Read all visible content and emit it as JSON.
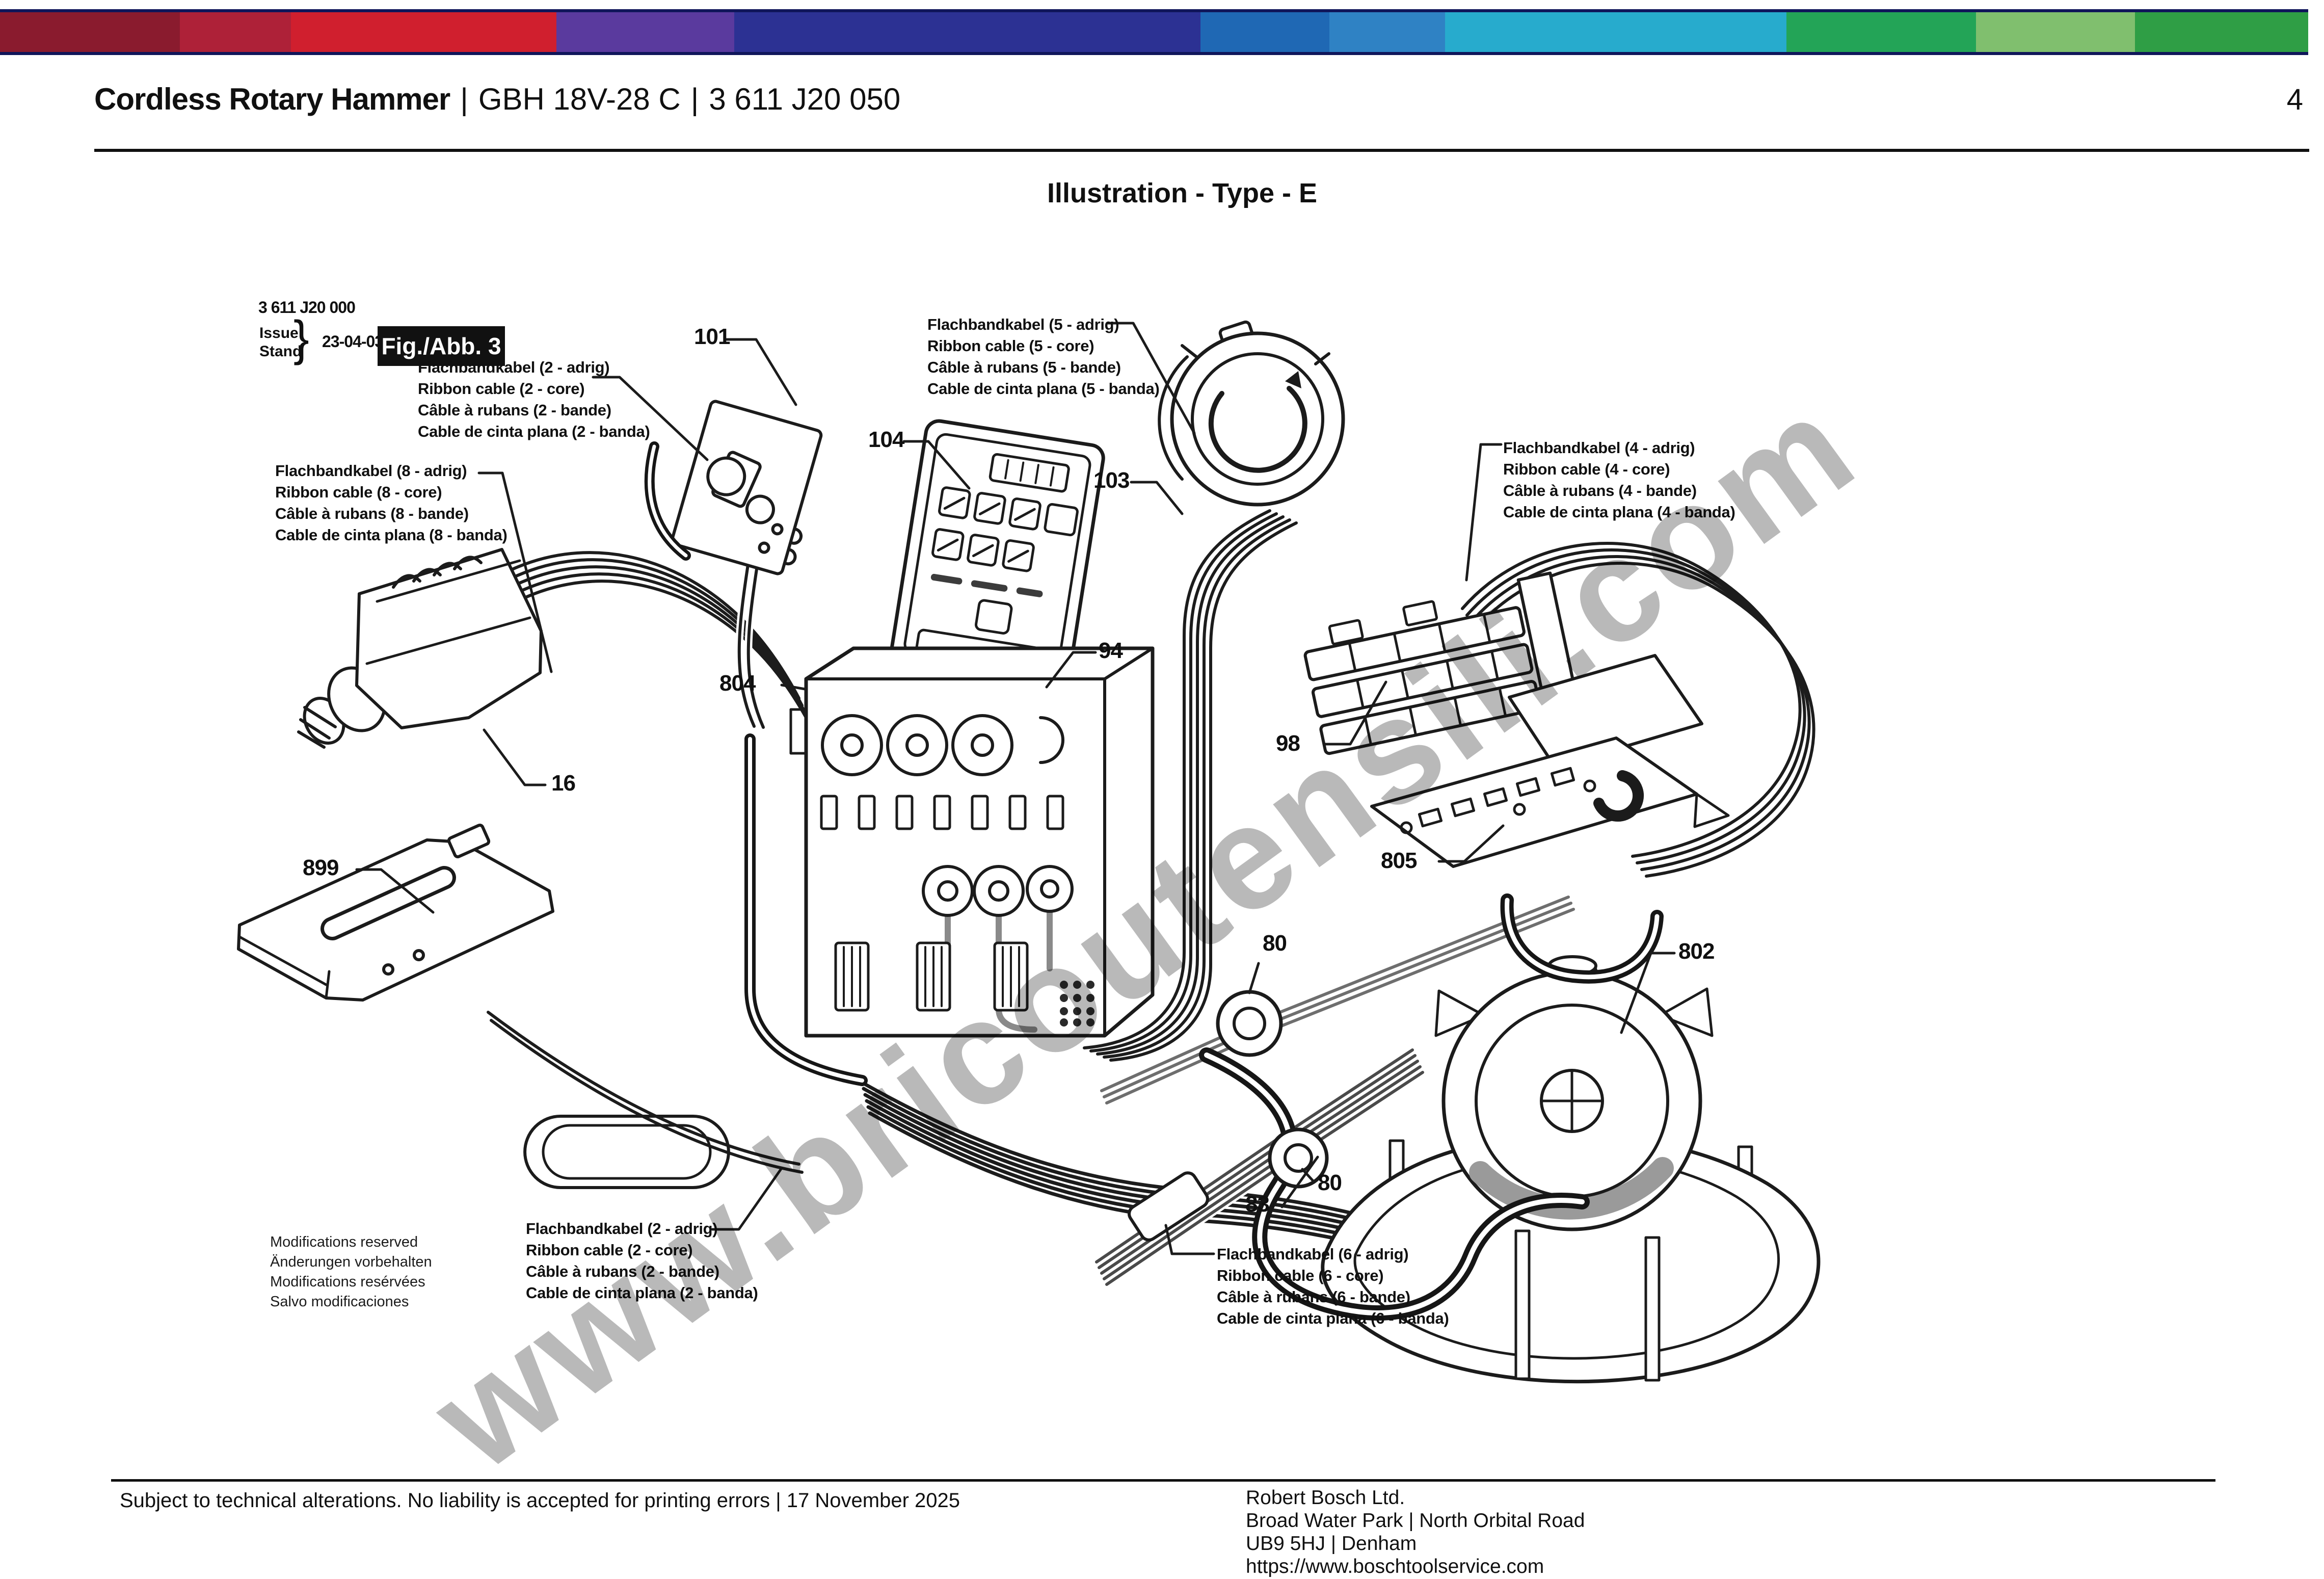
{
  "banner": {
    "border_color": "#10165a",
    "segments": [
      {
        "color": "#8a1b2e",
        "w": 7.8
      },
      {
        "color": "#ae2138",
        "w": 4.8
      },
      {
        "color": "#d01f2e",
        "w": 11.5
      },
      {
        "color": "#5a3a9e",
        "w": 7.7
      },
      {
        "color": "#2c3193",
        "w": 20.2
      },
      {
        "color": "#1f68b4",
        "w": 5.6
      },
      {
        "color": "#2f82c4",
        "w": 5.0
      },
      {
        "color": "#27abcd",
        "w": 14.8
      },
      {
        "color": "#23a457",
        "w": 8.2
      },
      {
        "color": "#80bf6e",
        "w": 6.9
      },
      {
        "color": "#2f9e45",
        "w": 7.5
      }
    ]
  },
  "header": {
    "product": "Cordless Rotary Hammer",
    "separator": "|",
    "model": "GBH 18V-28 C",
    "part_number": "3 611 J20 050",
    "page": "4"
  },
  "title": "Illustration - Type - E",
  "figure": {
    "code": "3 611 J20 000",
    "issue": "Issue",
    "stand": "Stand",
    "brace": "}",
    "date": "23-04-03",
    "box_label": "Fig./Abb. 3"
  },
  "cable_labels": {
    "c2_top": [
      "Flachbandkabel (2 - adrig)",
      "Ribbon cable (2 - core)",
      "Câble à rubans (2 - bande)",
      "Cable de cinta plana (2 - banda)"
    ],
    "c8": [
      "Flachbandkabel (8 - adrig)",
      "Ribbon cable (8 - core)",
      "Câble à rubans (8 - bande)",
      "Cable de cinta plana (8 - banda)"
    ],
    "c5": [
      "Flachbandkabel (5 - adrig)",
      "Ribbon cable (5 - core)",
      "Câble à rubans (5 - bande)",
      "Cable de cinta plana (5 - banda)"
    ],
    "c4": [
      "Flachbandkabel (4 - adrig)",
      "Ribbon cable (4 - core)",
      "Câble à rubans (4 - bande)",
      "Cable de cinta plana (4 - banda)"
    ],
    "c2_bottom": [
      "Flachbandkabel (2 - adrig)",
      "Ribbon cable (2 - core)",
      "Câble à rubans (2 - bande)",
      "Cable de cinta plana (2 - banda)"
    ],
    "c6": [
      "Flachbandkabel (6 - adrig)",
      "Ribbon cable (6 - core)",
      "Câble à rubans (6 - bande)",
      "Cable de cinta plana (6 - banda)"
    ]
  },
  "modifications": [
    "Modifications reserved",
    "Änderungen vorbehalten",
    "Modifications resérvées",
    "Salvo modificaciones"
  ],
  "parts": {
    "p16": "16",
    "p80": "80",
    "p83": "83",
    "p94": "94",
    "p98": "98",
    "p101": "101",
    "p103": "103",
    "p104": "104",
    "p802": "802",
    "p804": "804",
    "p805": "805",
    "p899": "899"
  },
  "watermark": {
    "text": "www.bricoutensili.com",
    "color": "#adadad"
  },
  "footer": {
    "disclaimer": "Subject to technical alterations. No liability is accepted for printing errors | 17 November 2025",
    "company": "Robert Bosch Ltd.",
    "address_line1": "Broad Water Park | North Orbital Road",
    "address_line2": "UB9 5HJ | Denham",
    "website": "https://www.boschtoolservice.com"
  }
}
